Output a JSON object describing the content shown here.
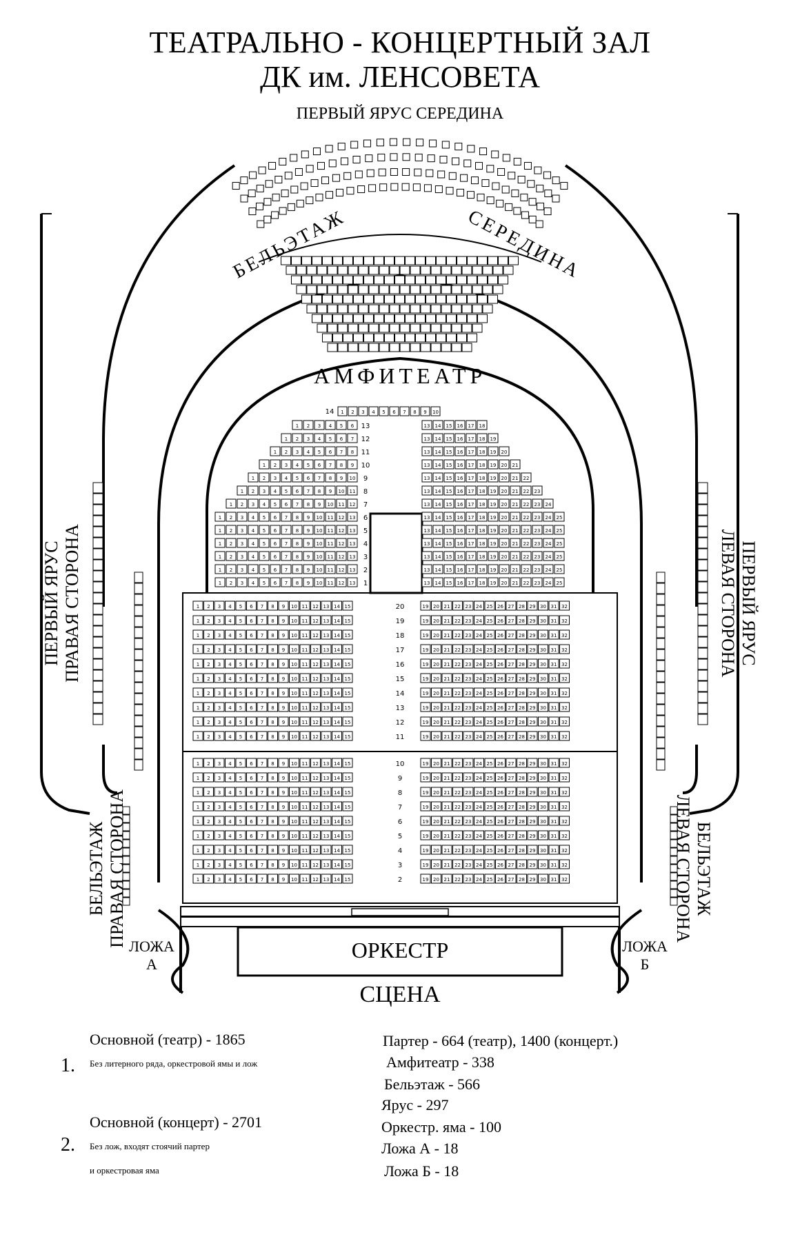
{
  "header": {
    "title_line1": "ТЕАТРАЛЬНО - КОНЦЕРТНЫЙ ЗАЛ",
    "title_line2": "ДК им. ЛЕНСОВЕТА",
    "tier_middle": "ПЕРВЫЙ ЯРУС СЕРЕДИНА"
  },
  "zones": {
    "beletage": "БЕЛЬЭТАЖ",
    "middle": "СЕРЕДИНА",
    "amphitheatre": "АМФИТЕАТР",
    "tier_right_line1": "ПЕРВЫЙ ЯРУС",
    "tier_right_line2": "ПРАВАЯ СТОРОНА",
    "tier_left_line1": "ПЕРВЫЙ ЯРУС",
    "tier_left_line2": "ЛЕВАЯ СТОРОНА",
    "bel_right_line1": "БЕЛЬЭТАЖ",
    "bel_right_line2": "ПРАВАЯ СТОРОНА",
    "bel_left_line1": "БЕЛЬЭТАЖ",
    "bel_left_line2": "ЛЕВАЯ СТОРОНА",
    "box_a_line1": "ЛОЖА",
    "box_a_line2": "А",
    "box_b_line1": "ЛОЖА",
    "box_b_line2": "Б",
    "orchestra": "ОРКЕСТР",
    "stage": "СЦЕНА"
  },
  "parterre": {
    "upper_rows": [
      20,
      19,
      18,
      17,
      16,
      15,
      14,
      13,
      12,
      11
    ],
    "lower_rows": [
      10,
      9,
      8,
      7,
      6,
      5,
      4,
      3,
      2
    ]
  },
  "amphitheatre_rows": {
    "row_label_top": "14",
    "left_rows": [
      "13",
      "12",
      "11",
      "10",
      "9",
      "8",
      "7",
      "6",
      "5",
      "4",
      "3",
      "2",
      "1"
    ]
  },
  "legend": {
    "item1_num": "1.",
    "item1_main": "Основной (театр) - 1865",
    "item1_sub": "Без литерного ряда, оркестровой ямы и лож",
    "item2_num": "2.",
    "item2_main": "Основной (концерт) - 2701",
    "item2_sub1": "Без лож, входят стоячий партер",
    "item2_sub2": "и оркестровая яма",
    "r1": "Партер - 664 (театр), 1400 (концерт.)",
    "r2": "Амфитеатр - 338",
    "r3": "Бельэтаж - 566",
    "r4": "Ярус - 297",
    "r5": "Оркестр. яма - 100",
    "r6": "Ложа А - 18",
    "r7": "Ложа Б - 18"
  }
}
